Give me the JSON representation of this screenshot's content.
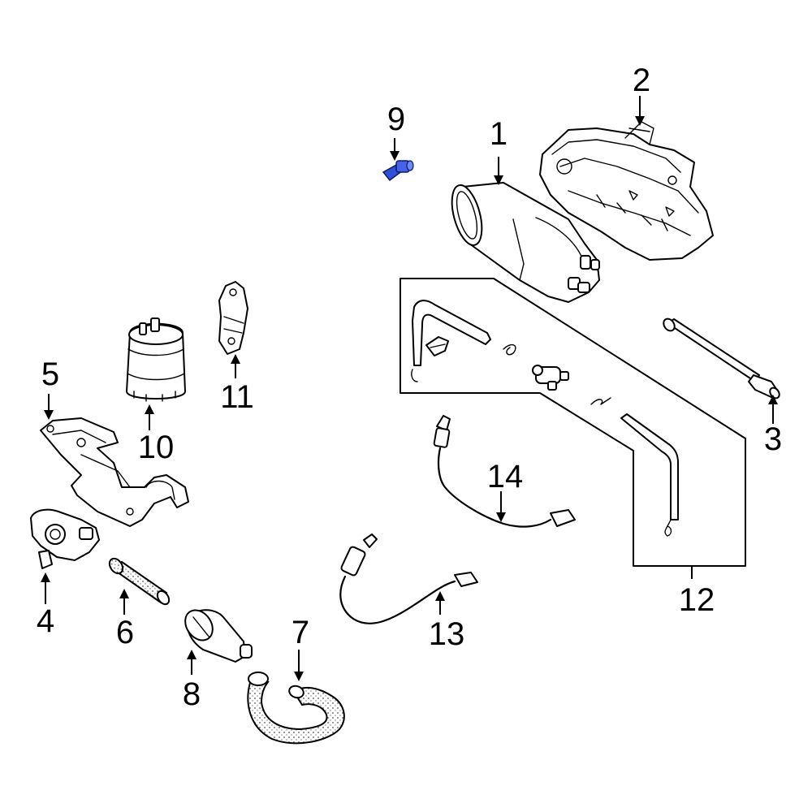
{
  "diagram": {
    "highlight_color": "#2f4fd6",
    "line_color": "#000000",
    "callouts": [
      {
        "id": "1",
        "label": "1"
      },
      {
        "id": "2",
        "label": "2"
      },
      {
        "id": "3",
        "label": "3"
      },
      {
        "id": "4",
        "label": "4"
      },
      {
        "id": "5",
        "label": "5"
      },
      {
        "id": "6",
        "label": "6"
      },
      {
        "id": "7",
        "label": "7"
      },
      {
        "id": "8",
        "label": "8"
      },
      {
        "id": "9",
        "label": "9"
      },
      {
        "id": "10",
        "label": "10"
      },
      {
        "id": "11",
        "label": "11"
      },
      {
        "id": "12",
        "label": "12"
      },
      {
        "id": "13",
        "label": "13"
      },
      {
        "id": "14",
        "label": "14"
      }
    ]
  }
}
